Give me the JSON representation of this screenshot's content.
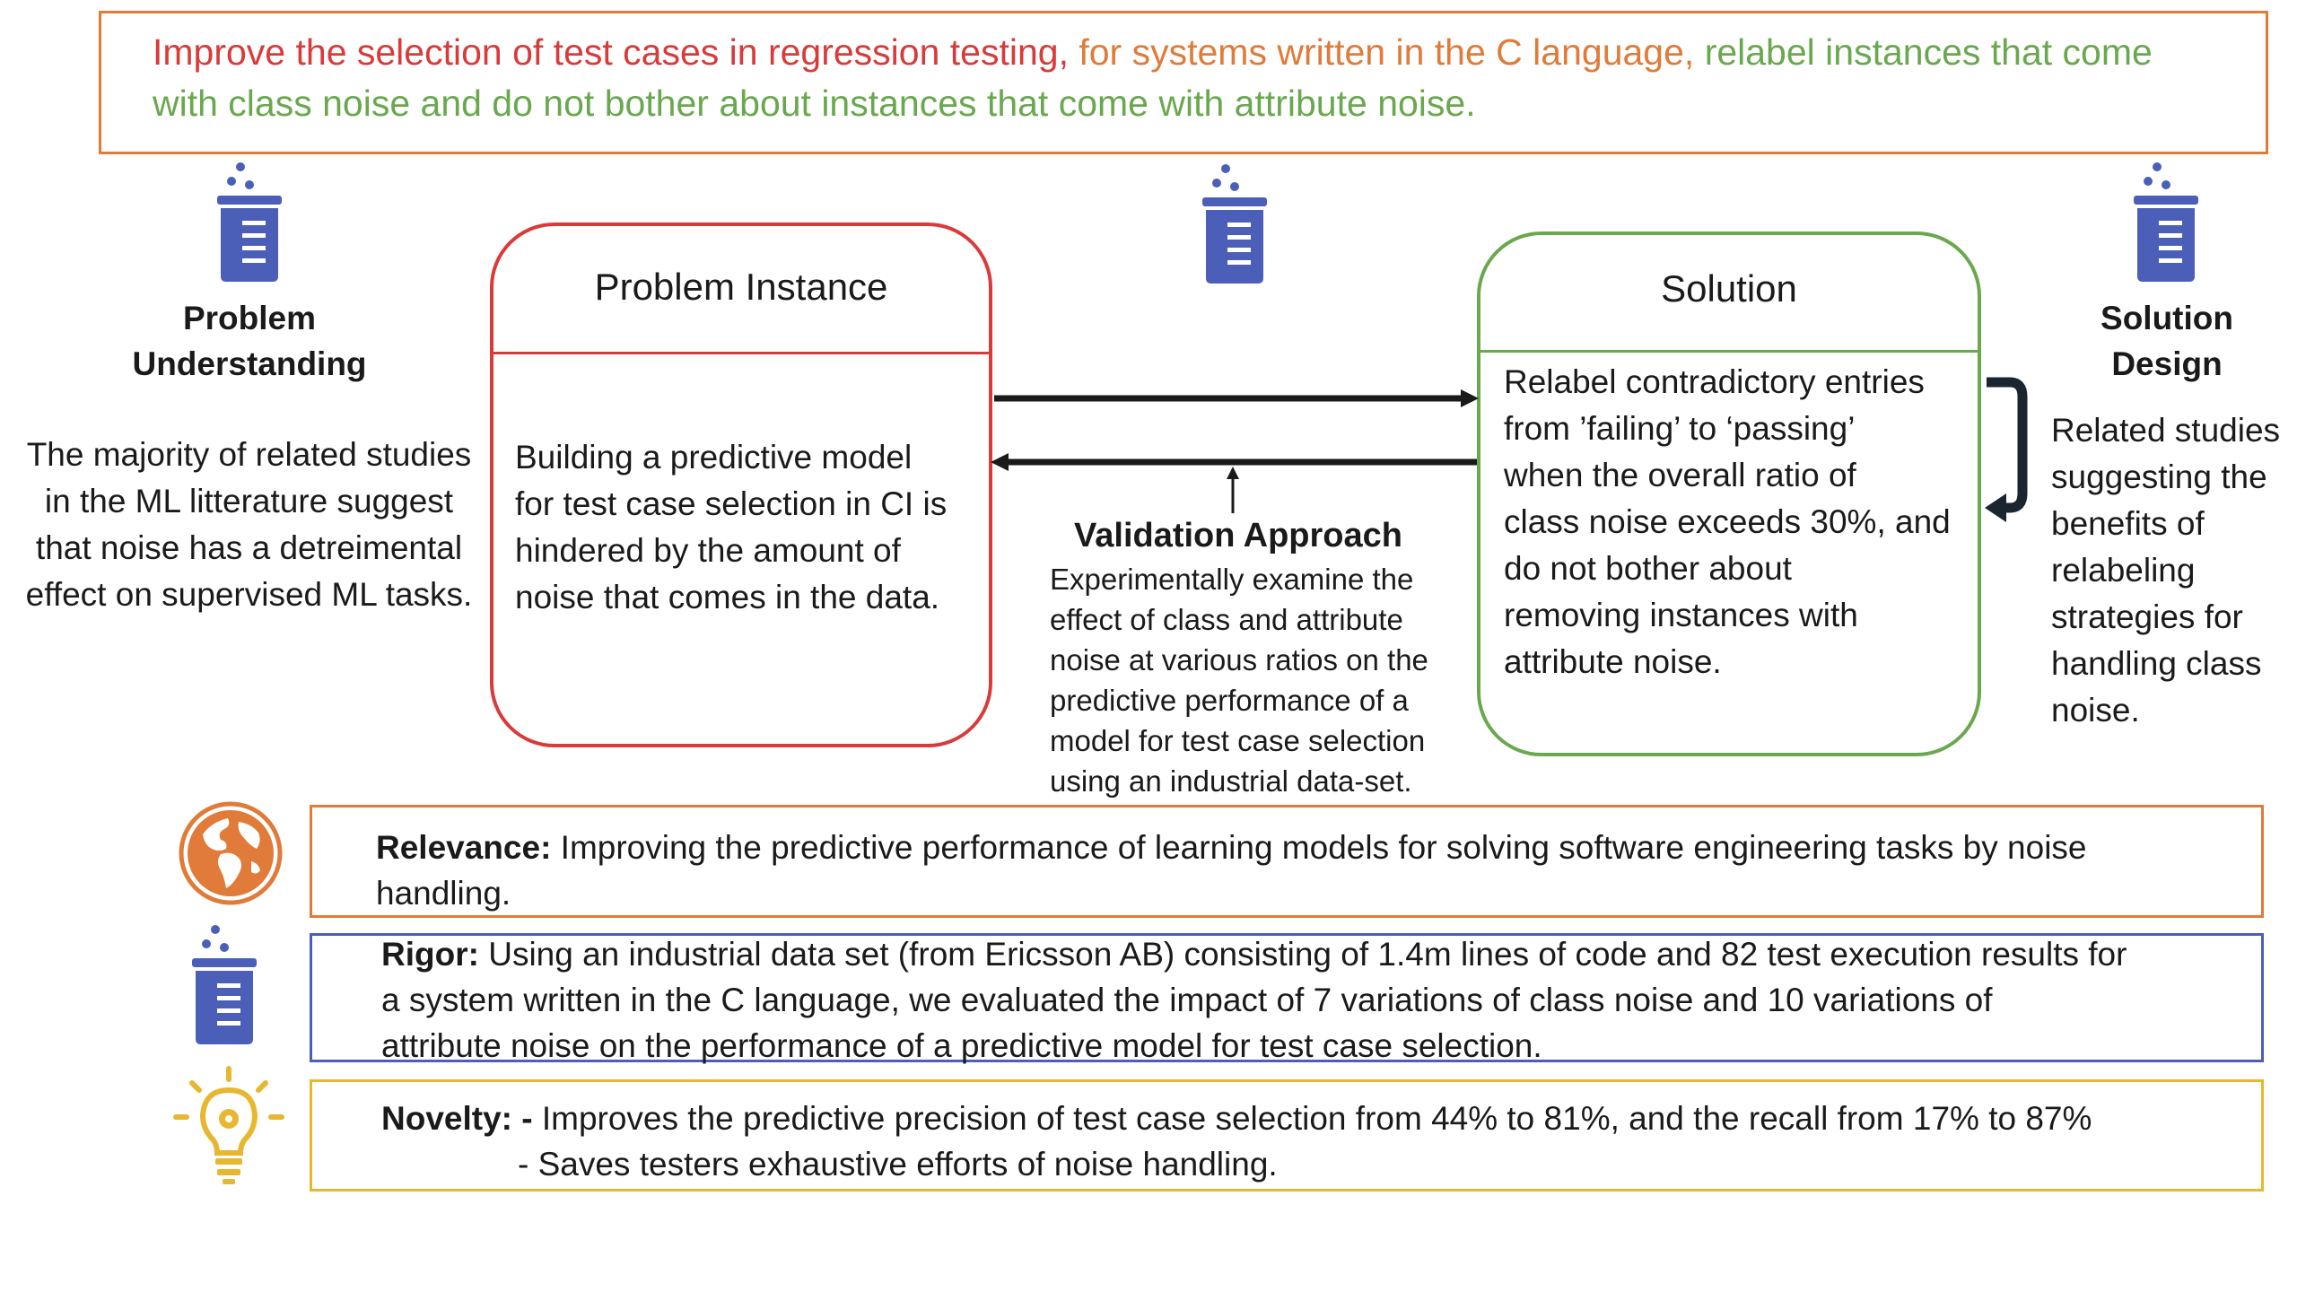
{
  "header": {
    "part1": "Improve the selection of test cases in regression testing,",
    "part2": " for systems written in the C language,",
    "part3": " relabel instances that come with class noise and do not bother about instances that come with attribute noise.",
    "colors": {
      "red": "#d93a3a",
      "orange": "#e07b39",
      "green": "#6aa84f"
    }
  },
  "problem_understanding": {
    "title_line1": "Problem",
    "title_line2": "Understanding",
    "lines": [
      "The majority of related studies",
      "in the ML litterature suggest",
      "that noise has a detreimental",
      "effect on supervised ML tasks."
    ],
    "icon": "beaker-icon"
  },
  "problem_instance": {
    "title": "Problem Instance",
    "lines": [
      "Building a predictive model",
      "for test case selection in CI is",
      "hindered by the amount of",
      "noise that comes in the data."
    ]
  },
  "validation": {
    "title": "Validation Approach",
    "lines": [
      "Experimentally examine the",
      "effect of class and attribute",
      "noise at various ratios on the",
      "predictive performance of a",
      "model for test case selection",
      "using an industrial data-set."
    ],
    "icon": "beaker-icon"
  },
  "solution": {
    "title": "Solution",
    "lines": [
      "Relabel contradictory entries",
      "from ’failing’ to ‘passing’",
      "when the overall ratio of",
      "class noise exceeds 30%, and",
      "do not bother about",
      "removing instances with",
      "attribute noise."
    ]
  },
  "solution_design": {
    "title_line1": "Solution",
    "title_line2": "Design",
    "lines": [
      "Related studies",
      "suggesting the",
      "benefits of",
      "relabeling",
      "strategies for",
      "handling class",
      "noise."
    ],
    "icon": "beaker-icon"
  },
  "relevance": {
    "label": "Relevance:",
    "line1": " Improving the predictive performance of learning models for solving software engineering tasks by noise",
    "line2": "handling.",
    "icon": "globe-icon"
  },
  "rigor": {
    "label": "Rigor:",
    "line1": " Using an industrial data set (from Ericsson AB) consisting of 1.4m lines of code and 82 test execution results for",
    "line2": "a system written in the C language, we evaluated the impact of 7 variations of class noise and  10 variations of",
    "line3": "attribute noise on the performance of a predictive model for test case selection.",
    "icon": "beaker-icon"
  },
  "novelty": {
    "label": "Novelty: -",
    "line1": " Improves the predictive precision of test case selection from 44% to 81%, and the recall from 17% to 87%",
    "line2": "- Saves testers exhaustive efforts of noise handling.",
    "icon": "lightbulb-icon"
  },
  "colors": {
    "red": "#d93a3a",
    "orange": "#e07b39",
    "green": "#6aa84f",
    "blue": "#4b5fb8",
    "yellow": "#e8b730",
    "dark": "#1a1a1a"
  }
}
